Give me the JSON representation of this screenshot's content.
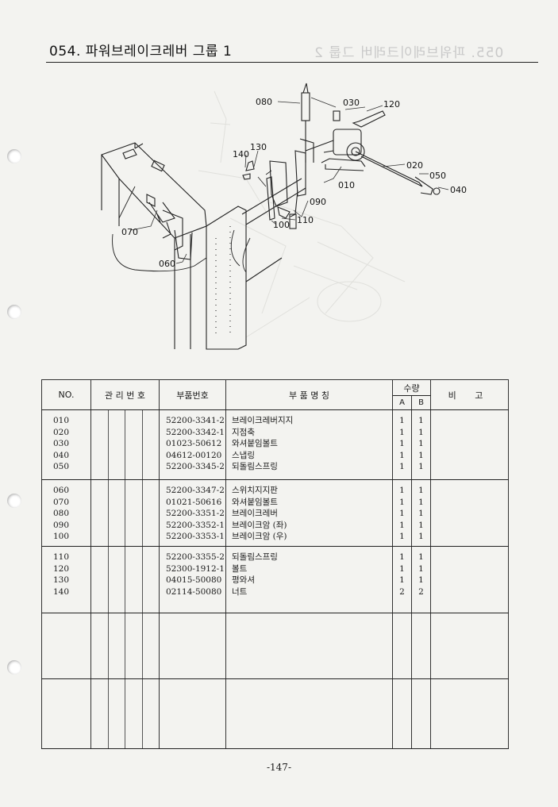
{
  "header": {
    "title": "054. 파워브레이크레버 그룹 1",
    "ghost_title": "055. 파워브레이크레버 그룹 2"
  },
  "diagram": {
    "callouts": {
      "c080": "080",
      "c030": "030",
      "c120": "120",
      "c130": "130",
      "c140": "140",
      "c020": "020",
      "c050": "050",
      "c040": "040",
      "c010": "010",
      "c090": "090",
      "c110": "110",
      "c100": "100",
      "c070": "070",
      "c060": "060"
    }
  },
  "table": {
    "headers": {
      "no": "NO.",
      "mgmt": "관 리 번 호",
      "part_no": "부품번호",
      "name": "부 품 명 칭",
      "qty": "수량",
      "qty_a": "A",
      "qty_b": "B",
      "remarks": "비 고"
    },
    "groups": [
      {
        "rows": [
          {
            "no": "010",
            "part_no": "52200-3341-2",
            "name": "브레이크레버지지",
            "a": "1",
            "b": "1"
          },
          {
            "no": "020",
            "part_no": "52200-3342-1",
            "name": "지점축",
            "a": "1",
            "b": "1"
          },
          {
            "no": "030",
            "part_no": "01023-50612",
            "name": "와셔붙임볼트",
            "a": "1",
            "b": "1"
          },
          {
            "no": "040",
            "part_no": "04612-00120",
            "name": "스냅링",
            "a": "1",
            "b": "1"
          },
          {
            "no": "050",
            "part_no": "52200-3345-2",
            "name": "되돌림스프링",
            "a": "1",
            "b": "1"
          }
        ]
      },
      {
        "rows": [
          {
            "no": "060",
            "part_no": "52200-3347-2",
            "name": "스위치지지판",
            "a": "1",
            "b": "1"
          },
          {
            "no": "070",
            "part_no": "01021-50616",
            "name": "와셔붙임볼트",
            "a": "1",
            "b": "1"
          },
          {
            "no": "080",
            "part_no": "52200-3351-2",
            "name": "브레이크레버",
            "a": "1",
            "b": "1"
          },
          {
            "no": "090",
            "part_no": "52200-3352-1",
            "name": "브레이크암 (좌)",
            "a": "1",
            "b": "1"
          },
          {
            "no": "100",
            "part_no": "52200-3353-1",
            "name": "브레이크암 (우)",
            "a": "1",
            "b": "1"
          }
        ]
      },
      {
        "rows": [
          {
            "no": "110",
            "part_no": "52200-3355-2",
            "name": "되돌림스프링",
            "a": "1",
            "b": "1"
          },
          {
            "no": "120",
            "part_no": "52300-1912-1",
            "name": "볼트",
            "a": "1",
            "b": "1"
          },
          {
            "no": "130",
            "part_no": "04015-50080",
            "name": "평와셔",
            "a": "1",
            "b": "1"
          },
          {
            "no": "140",
            "part_no": "02114-50080",
            "name": "너트",
            "a": "2",
            "b": "2"
          }
        ]
      }
    ]
  },
  "footer": {
    "page_number": "-147-"
  }
}
